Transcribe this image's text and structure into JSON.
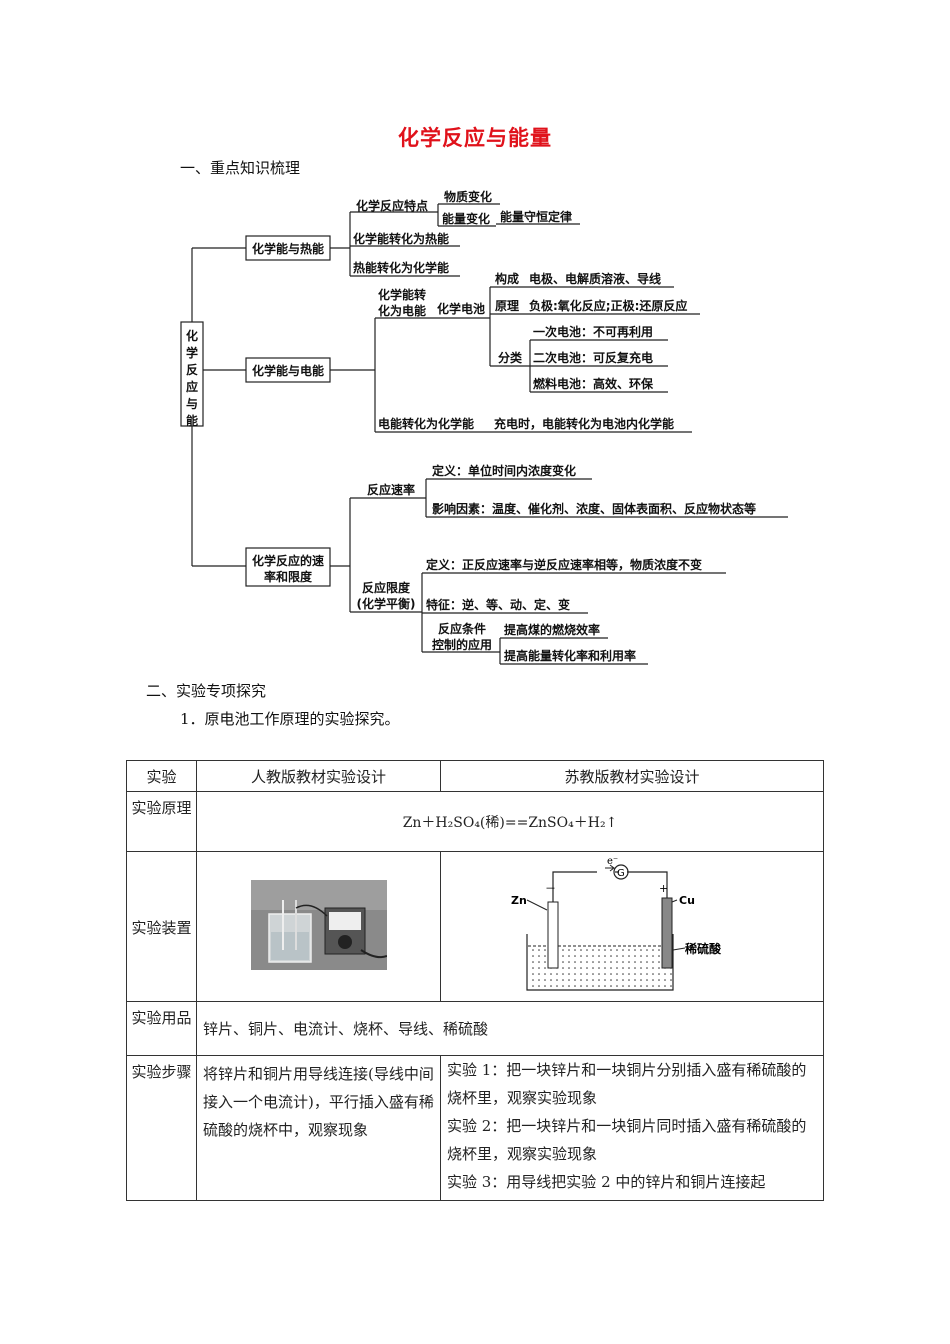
{
  "title": "化学反应与能量",
  "section1": "一、重点知识梳理",
  "mindmap": {
    "root": "化学反应与能量",
    "b1": {
      "label": "化学能与热能",
      "c1": "化学反应特点",
      "c1a": "物质变化",
      "c1b": "能量变化",
      "c1b_note": "能量守恒定律",
      "c2": "化学能转化为热能",
      "c3": "热能转化为化学能"
    },
    "b2": {
      "label": "化学能与电能",
      "c1_line1": "化学能转",
      "c1_line2": "化为电能",
      "cell": "化学电池",
      "k1": "构成",
      "k1v": "电极、电解质溶液、导线",
      "k2": "原理",
      "k2v": "负极:氧化反应;正极:还原反应",
      "k3": "分类",
      "k3a": "一次电池：不可再利用",
      "k3b": "二次电池：可反复充电",
      "k3c": "燃料电池：高效、环保",
      "c2": "电能转化为化学能",
      "c2v": "充电时，电能转化为电池内化学能"
    },
    "b3": {
      "label_line1": "化学反应的速",
      "label_line2": "率和限度",
      "r": "反应速率",
      "r1": "定义：单位时间内浓度变化",
      "r2": "影响因素：温度、催化剂、浓度、固体表面积、反应物状态等",
      "l_line1": "反应限度",
      "l_line2": "(化学平衡)",
      "l1": "定义：正反应速率与逆反应速率相等，物质浓度不变",
      "l2": "特征：逆、等、动、定、变",
      "l3_line1": "反应条件",
      "l3_line2": "控制的应用",
      "l3a": "提高煤的燃烧效率",
      "l3b": "提高能量转化率和利用率"
    }
  },
  "section2": "二、实验专项探究",
  "item1": "1．原电池工作原理的实验探究。",
  "table": {
    "h1": "实验",
    "h2": "人教版教材实验设计",
    "h3": "苏教版教材实验设计",
    "r1_label": "实验原理",
    "r1_eq": "Zn＋H₂SO₄(稀)==ZnSO₄＋H₂↑",
    "r2_label": "实验装置",
    "diagram": {
      "electron": "e⁻",
      "meter": "G",
      "neg": "－",
      "pos": "+",
      "left": "Zn",
      "right": "Cu",
      "solution": "稀硫酸"
    },
    "r3_label": "实验用品",
    "r3_val": "锌片、铜片、电流计、烧杯、导线、稀硫酸",
    "r4_label": "实验步骤",
    "r4_left": "将锌片和铜片用导线连接(导线中间接入一个电流计)，平行插入盛有稀硫酸的烧杯中，观察现象",
    "r4_right1": "实验 1：把一块锌片和一块铜片分别插入盛有稀硫酸的烧杯里，观察实验现象",
    "r4_right2": "实验 2：把一块锌片和一块铜片同时插入盛有稀硫酸的烧杯里，观察实验现象",
    "r4_right3": "实验 3：用导线把实验 2 中的锌片和铜片连接起"
  }
}
